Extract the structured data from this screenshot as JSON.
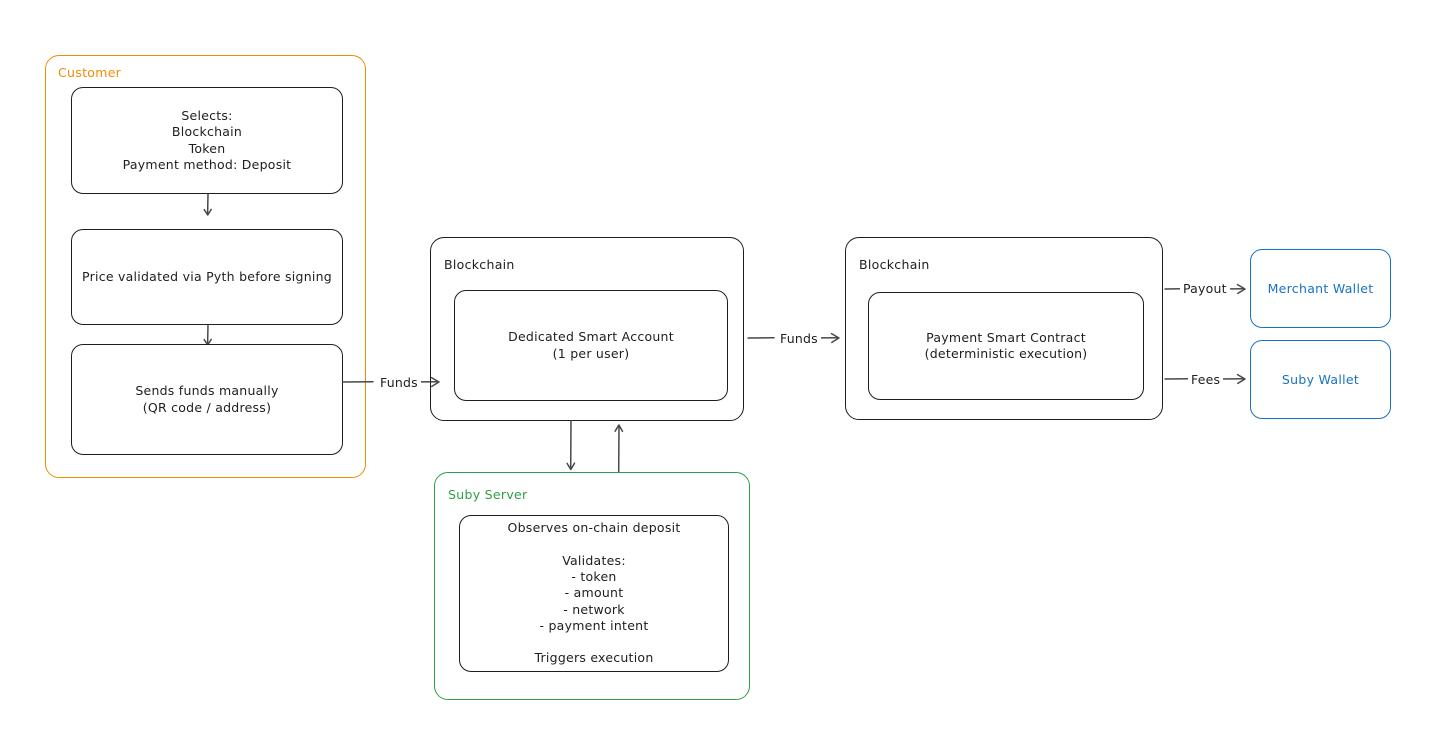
{
  "diagram": {
    "groups": {
      "customer": {
        "label": "Customer",
        "color": "#f08c00"
      },
      "blockchain_left": {
        "label": "Blockchain",
        "color": "#1e1e1e"
      },
      "blockchain_right": {
        "label": "Blockchain",
        "color": "#1e1e1e"
      },
      "suby_server": {
        "label": "Suby Server",
        "color": "#2f9e44"
      }
    },
    "nodes": {
      "selects": "Selects:\nBlockchain\nToken\nPayment method: Deposit",
      "price_validated": "Price validated via Pyth before signing",
      "sends_funds": "Sends funds manually\n(QR code / address)",
      "dedicated_smart_account": "Dedicated Smart Account\n(1 per user)",
      "payment_smart_contract": "Payment Smart Contract\n(deterministic execution)",
      "suby_server_body": "Observes on-chain deposit\n\nValidates:\n- token\n- amount\n- network\n- payment intent\n\nTriggers execution",
      "merchant_wallet": "Merchant Wallet",
      "suby_wallet": "Suby Wallet"
    },
    "edges": {
      "customer_to_blockchain": "Funds",
      "blockchain_to_contract": "Funds",
      "contract_to_merchant": "Payout",
      "contract_to_suby_wallet": "Fees"
    },
    "colors": {
      "customer_accent": "#f08c00",
      "suby_accent": "#2f9e44",
      "wallet_accent": "#1971c2",
      "stroke": "#46484a",
      "ink": "#1e1e1e"
    }
  }
}
